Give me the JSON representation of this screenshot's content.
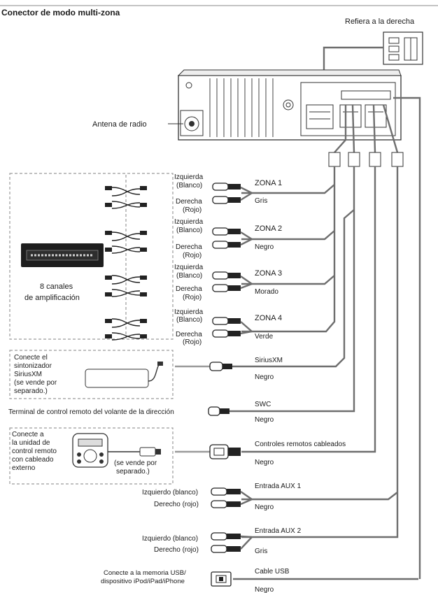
{
  "title": "Conector de modo multi-zona",
  "refer_note": "Refiera a la derecha",
  "antenna_label": "Antena de radio",
  "amp_block": {
    "label_line1": "8 canales",
    "label_line2": "de amplificación"
  },
  "zones": [
    {
      "left_line1": "Izquierda",
      "left_line2": "(Blanco)",
      "right_line1": "Derecha",
      "right_line2": "(Rojo)",
      "name": "ZONA 1",
      "color": "Gris"
    },
    {
      "left_line1": "Izquierda",
      "left_line2": "(Blanco)",
      "right_line1": "Derecha",
      "right_line2": "(Rojo)",
      "name": "ZONA 2",
      "color": "Negro"
    },
    {
      "left_line1": "Izquierda",
      "left_line2": "(Blanco)",
      "right_line1": "Derecha",
      "right_line2": "(Rojo)",
      "name": "ZONA 3",
      "color": "Morado"
    },
    {
      "left_line1": "Izquierda",
      "left_line2": "(Blanco)",
      "right_line1": "Derecha",
      "right_line2": "(Rojo)",
      "name": "ZONA 4",
      "color": "Verde"
    }
  ],
  "siriusxm": {
    "note_lines": [
      "Conecte el",
      "sintonizador",
      "SiriusXM",
      "(se vende por",
      "separado.)"
    ],
    "name": "SiriusXM",
    "color": "Negro"
  },
  "swc": {
    "label": "Terminal de control remoto del volante de la dirección",
    "name": "SWC",
    "color": "Negro"
  },
  "wired_remote": {
    "note_lines": [
      "Conecte a",
      "la unidad de",
      "control remoto",
      "con cableado",
      "externo"
    ],
    "sold_lines": [
      "(se vende por",
      "separado.)"
    ],
    "name": "Controles remotos cableados",
    "color": "Negro"
  },
  "aux1": {
    "left": "Izquierdo (blanco)",
    "right": "Derecho (rojo)",
    "name": "Entrada AUX 1",
    "color": "Negro"
  },
  "aux2": {
    "left": "Izquierdo (blanco)",
    "right": "Derecho (rojo)",
    "name": "Entrada AUX 2",
    "color": "Gris"
  },
  "usb": {
    "label_lines": [
      "Conecte a la memoria USB/",
      "dispositivo iPod/iPad/iPhone"
    ],
    "name": "Cable USB",
    "color": "Negro"
  }
}
